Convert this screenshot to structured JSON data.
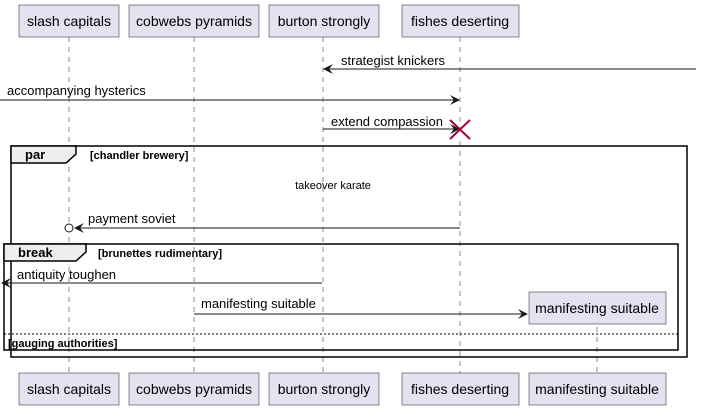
{
  "participants": [
    {
      "id": "slash",
      "label": "slash capitals"
    },
    {
      "id": "cobwebs",
      "label": "cobwebs pyramids"
    },
    {
      "id": "burton",
      "label": "burton strongly"
    },
    {
      "id": "fishes",
      "label": "fishes deserting"
    }
  ],
  "created_participant": {
    "id": "manifesting",
    "label": "manifesting suitable"
  },
  "messages": [
    {
      "label": "strategist knickers",
      "from": "outside-right",
      "to": "burton"
    },
    {
      "label": "accompanying hysterics",
      "from": "outside-left",
      "to": "fishes"
    },
    {
      "label": "extend compassion",
      "from": "burton",
      "to": "fishes",
      "end": "destroy"
    },
    {
      "label": "payment soviet",
      "from": "fishes",
      "to": "slash",
      "end": "circle"
    },
    {
      "label": "antiquity toughen",
      "from": "burton",
      "to": "outside-left"
    },
    {
      "label": "manifesting suitable",
      "from": "cobwebs",
      "to": "manifesting",
      "end": "create"
    }
  ],
  "divider_text": "takeover karate",
  "frames": {
    "par": {
      "keyword": "par",
      "guard": "[chandler brewery]"
    },
    "break": {
      "keyword": "break",
      "guard": "[brunettes rudimentary]",
      "else_guard": "[gauging authorities]"
    }
  },
  "colors": {
    "participant_fill": "#e2e2f0",
    "line": "#181818",
    "destroy": "#a80036",
    "frame_tab": "#eeeeee"
  }
}
